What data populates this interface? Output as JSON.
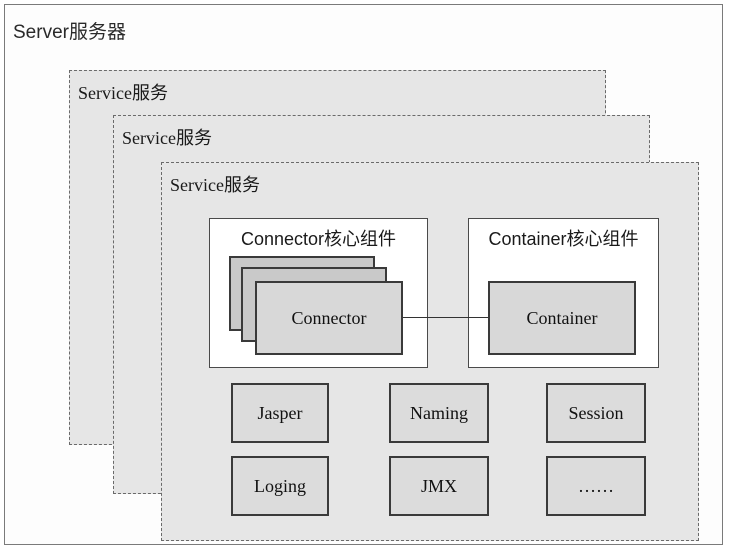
{
  "server": {
    "title": "Server服务器"
  },
  "services": [
    {
      "title": "Service服务"
    },
    {
      "title": "Service服务"
    },
    {
      "title": "Service服务"
    }
  ],
  "connector_panel": {
    "title": "Connector核心组件",
    "box_label": "Connector"
  },
  "container_panel": {
    "title": "Container核心组件",
    "box_label": "Container"
  },
  "components": [
    {
      "label": "Jasper"
    },
    {
      "label": "Naming"
    },
    {
      "label": "Session"
    },
    {
      "label": "Loging"
    },
    {
      "label": "JMX"
    },
    {
      "label": "……"
    }
  ]
}
